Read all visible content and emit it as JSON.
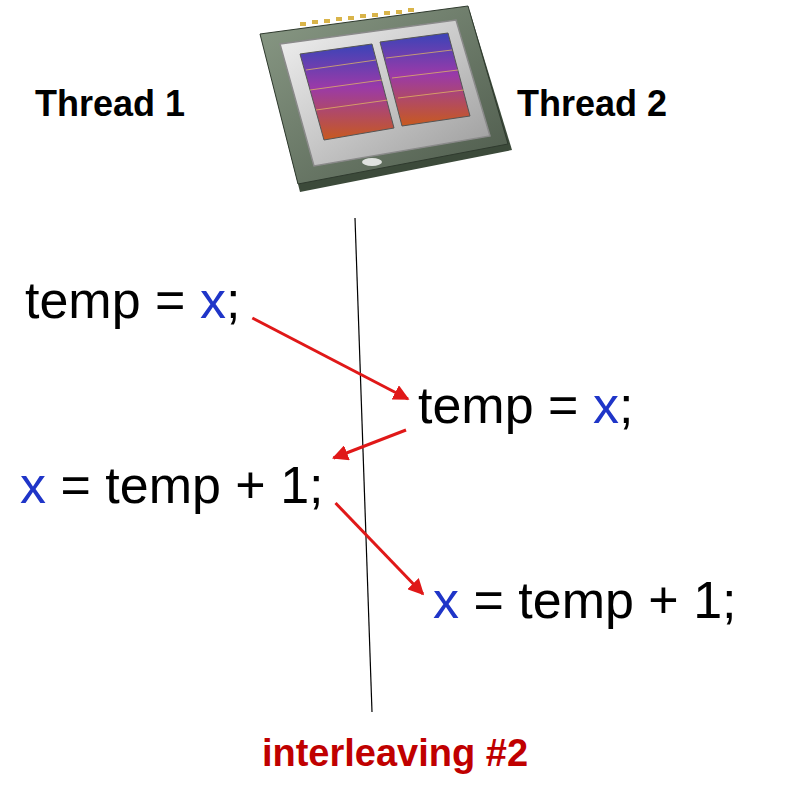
{
  "diagram": {
    "caption": "interleaving #2",
    "nodes": [
      {
        "text": [
          "temp = x;"
        ]
      },
      {
        "text": [
          "temp = x;"
        ]
      },
      {
        "text": [
          "x = temp + 1;"
        ]
      },
      {
        "text": [
          "x = temp + 1;"
        ]
      }
    ],
    "edges": [
      {
        "from": 0,
        "to": 1,
        "arrow": "to"
      },
      {
        "from": 1,
        "to": 2,
        "arrow": "to"
      },
      {
        "from": 2,
        "to": 3,
        "arrow": "to"
      }
    ],
    "labels": [
      "Thread 1",
      "Thread 2"
    ]
  }
}
